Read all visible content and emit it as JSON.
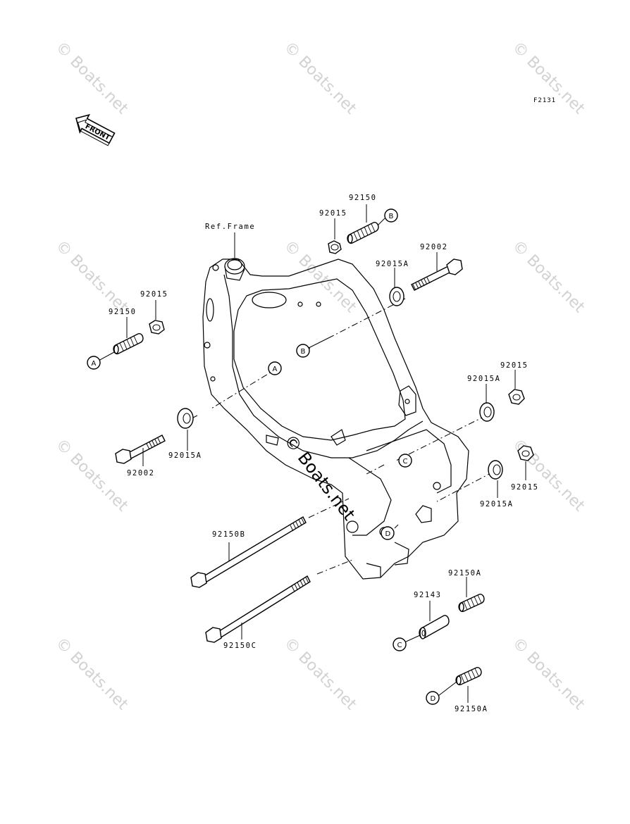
{
  "diagram_code": "F2131",
  "front_arrow_label": "FRONT",
  "ref_frame_label": "Ref.Frame",
  "watermark_text": "© Boats.net",
  "callout_letters": {
    "a": "A",
    "b": "B",
    "c": "C",
    "d": "D"
  },
  "part_labels": {
    "top_nut": "92015",
    "top_stud": "92150",
    "right_bolt": "92002",
    "right_collar_upper": "92015A",
    "left_nut": "92015",
    "left_stud": "92150",
    "left_collar": "92015A",
    "left_bolt": "92002",
    "right_nut_upper": "92015",
    "right_collar_mid": "92015A",
    "right_nut_lower": "92015",
    "right_collar_lower": "92015A",
    "long_bolt_b": "92150B",
    "long_bolt_c": "92150C",
    "sleeve": "92143",
    "stud_a_upper": "92150A",
    "stud_a_lower": "92150A"
  }
}
